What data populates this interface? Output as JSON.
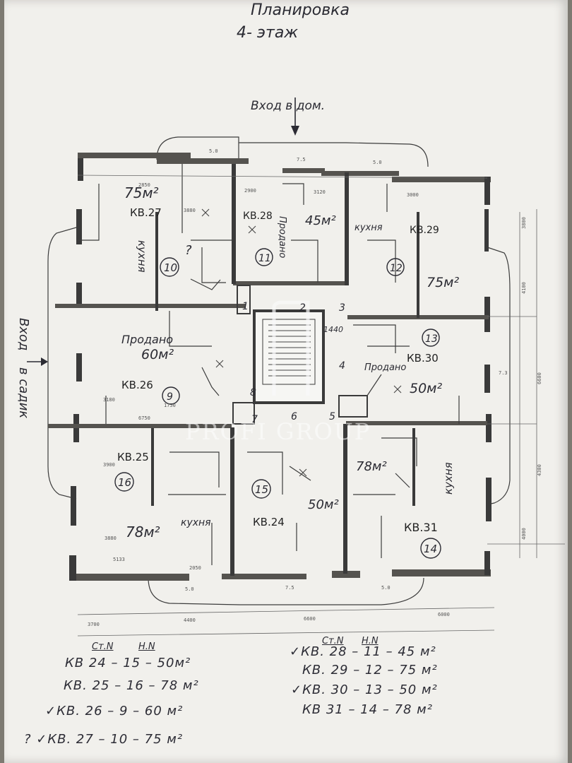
{
  "title": "Планировка",
  "floor": "4- этаж",
  "entrance_top": "Вход в дом.",
  "entrance_left_1": "Вход",
  "entrance_left_2": "в садик",
  "watermark": "PROFI GROUP",
  "apartments": [
    {
      "label": "КВ.27",
      "area": "75м²",
      "circle": "10"
    },
    {
      "label": "КВ.28",
      "area": "45м²",
      "circle": "11"
    },
    {
      "label": "КВ.29",
      "area": "75м²",
      "circle": "12"
    },
    {
      "label": "КВ.30",
      "area": "50м²",
      "circle": "13"
    },
    {
      "label": "КВ.31",
      "area": "78м²",
      "circle": "14"
    },
    {
      "label": "КВ.24",
      "area": "50м²",
      "circle": "15"
    },
    {
      "label": "КВ.25",
      "area": "78м²",
      "circle": "16"
    },
    {
      "label": "КВ.26",
      "area": "60м²",
      "circle": "9"
    }
  ],
  "room_notes": {
    "kitchen": "кухня",
    "prodano": "Продано",
    "question": "?"
  },
  "stair_numbers": [
    "1",
    "2",
    "3",
    "4",
    "5",
    "6",
    "7",
    "8"
  ],
  "list_header": {
    "col1": "Ст.N",
    "col2": "Н.N"
  },
  "list_left": [
    "КВ 24 – 15 – 50м²",
    "КВ. 25 – 16 – 78 м²",
    "✓КВ. 26 – 9 – 60 м²",
    "? ✓КВ. 27 – 10 – 75 м²"
  ],
  "list_right": [
    "✓КВ. 28 – 11 – 45 м²",
    "КВ. 29 – 12 – 75 м²",
    "✓КВ. 30 – 13 – 50 м²",
    "КВ 31 – 14 – 78 м²"
  ],
  "dimensions": [
    "5.0",
    "7.5",
    "5.0",
    "2850",
    "3880",
    "2900",
    "3120",
    "3000",
    "1440",
    "1750",
    "6750",
    "3180",
    "3900",
    "3880",
    "5133",
    "2050",
    "5.0",
    "7.5",
    "5.0",
    "3700",
    "4400",
    "6600",
    "6000",
    "3800",
    "4100",
    "7.3",
    "6600",
    "4300",
    "4000"
  ]
}
